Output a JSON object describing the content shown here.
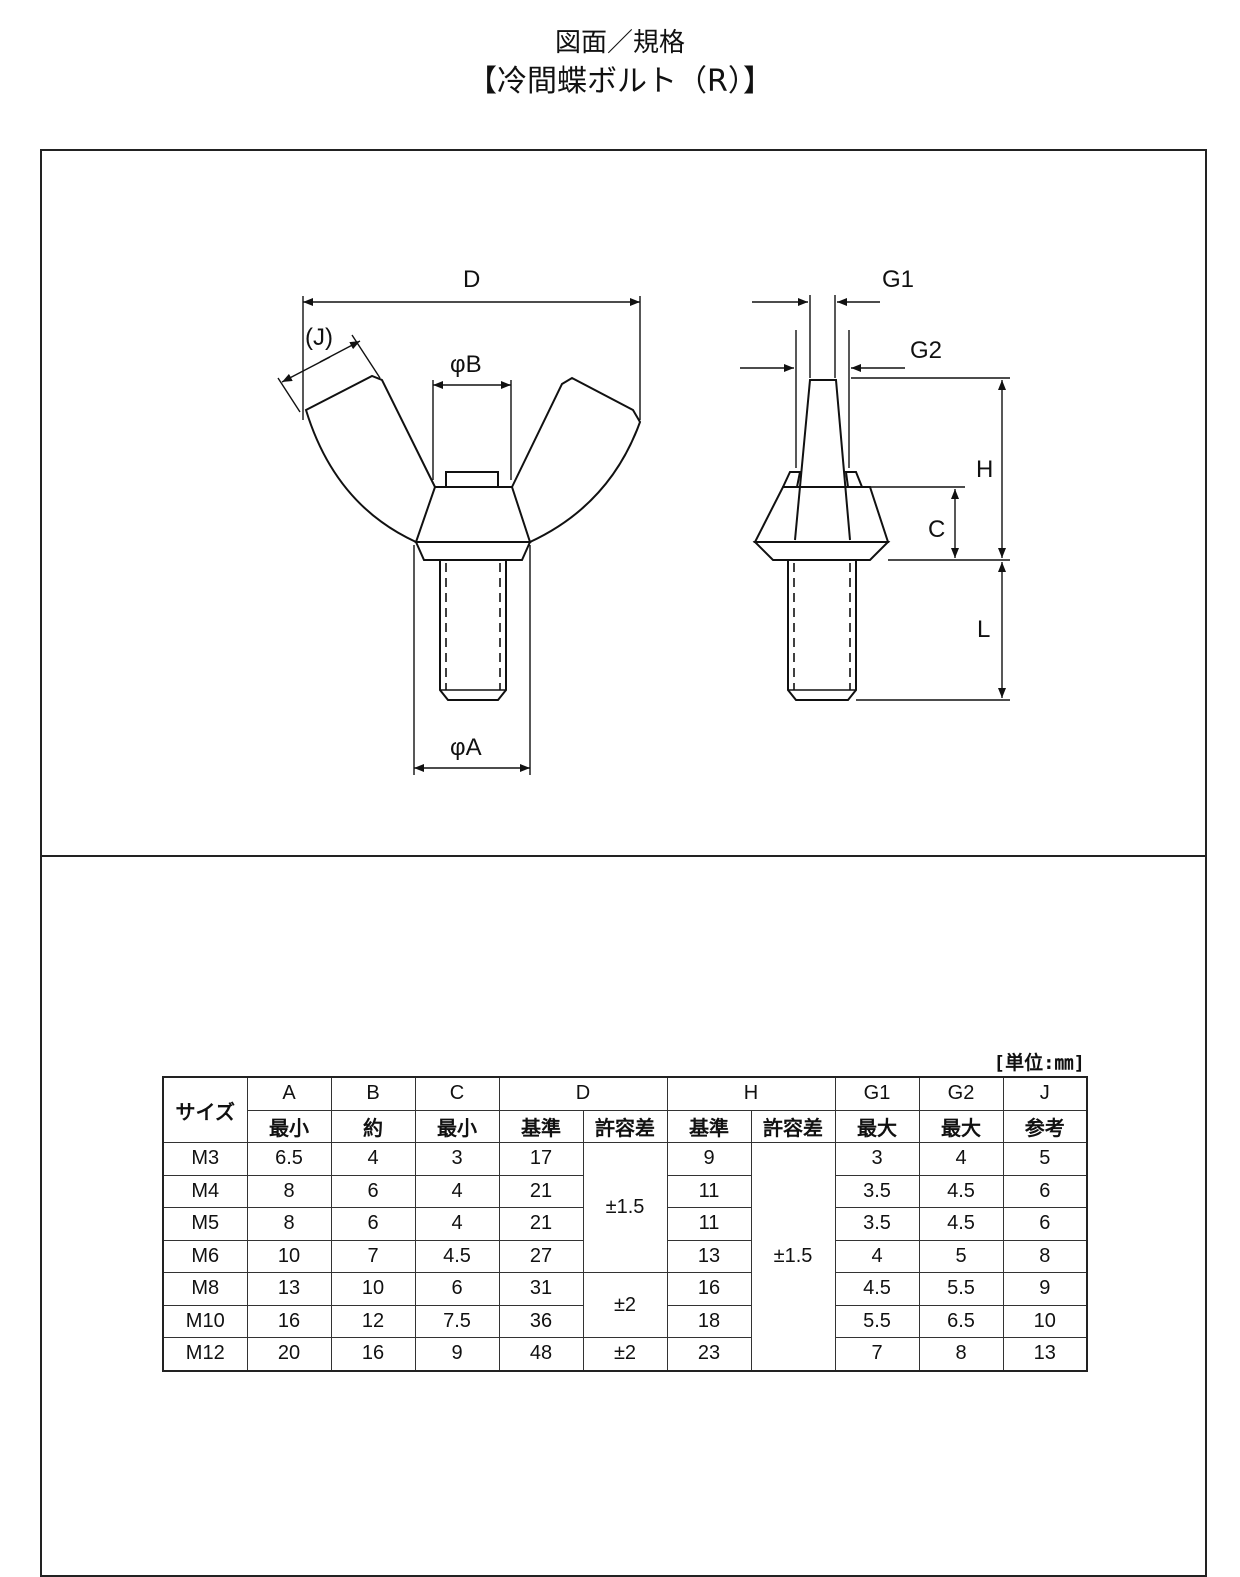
{
  "header": {
    "line1": "図面／規格",
    "line2": "【冷間蝶ボルト（R）】"
  },
  "drawing": {
    "labels": {
      "D": "D",
      "J": "(J)",
      "B": "φB",
      "A": "φA",
      "G1": "G1",
      "G2": "G2",
      "H": "H",
      "C": "C",
      "L": "L"
    }
  },
  "table": {
    "unit": "[単位:㎜]",
    "size_label": "サイズ",
    "head1": [
      "A",
      "B",
      "C",
      "D",
      "H",
      "G1",
      "G2",
      "J"
    ],
    "head2": [
      "最小",
      "約",
      "最小",
      "基準",
      "許容差",
      "基準",
      "許容差",
      "最大",
      "最大",
      "参考"
    ],
    "rows": [
      [
        "M3",
        "6.5",
        "4",
        "3",
        "17",
        "9",
        "3",
        "4",
        "5"
      ],
      [
        "M4",
        "8",
        "6",
        "4",
        "21",
        "11",
        "3.5",
        "4.5",
        "6"
      ],
      [
        "M5",
        "8",
        "6",
        "4",
        "21",
        "11",
        "3.5",
        "4.5",
        "6"
      ],
      [
        "M6",
        "10",
        "7",
        "4.5",
        "27",
        "13",
        "4",
        "5",
        "8"
      ],
      [
        "M8",
        "13",
        "10",
        "6",
        "31",
        "16",
        "4.5",
        "5.5",
        "9"
      ],
      [
        "M10",
        "16",
        "12",
        "7.5",
        "36",
        "18",
        "5.5",
        "6.5",
        "10"
      ],
      [
        "M12",
        "20",
        "16",
        "9",
        "48",
        "23",
        "7",
        "8",
        "13"
      ]
    ],
    "d_tol": [
      "±1.5",
      "±2",
      "±2"
    ],
    "h_tol": "±1.5"
  }
}
